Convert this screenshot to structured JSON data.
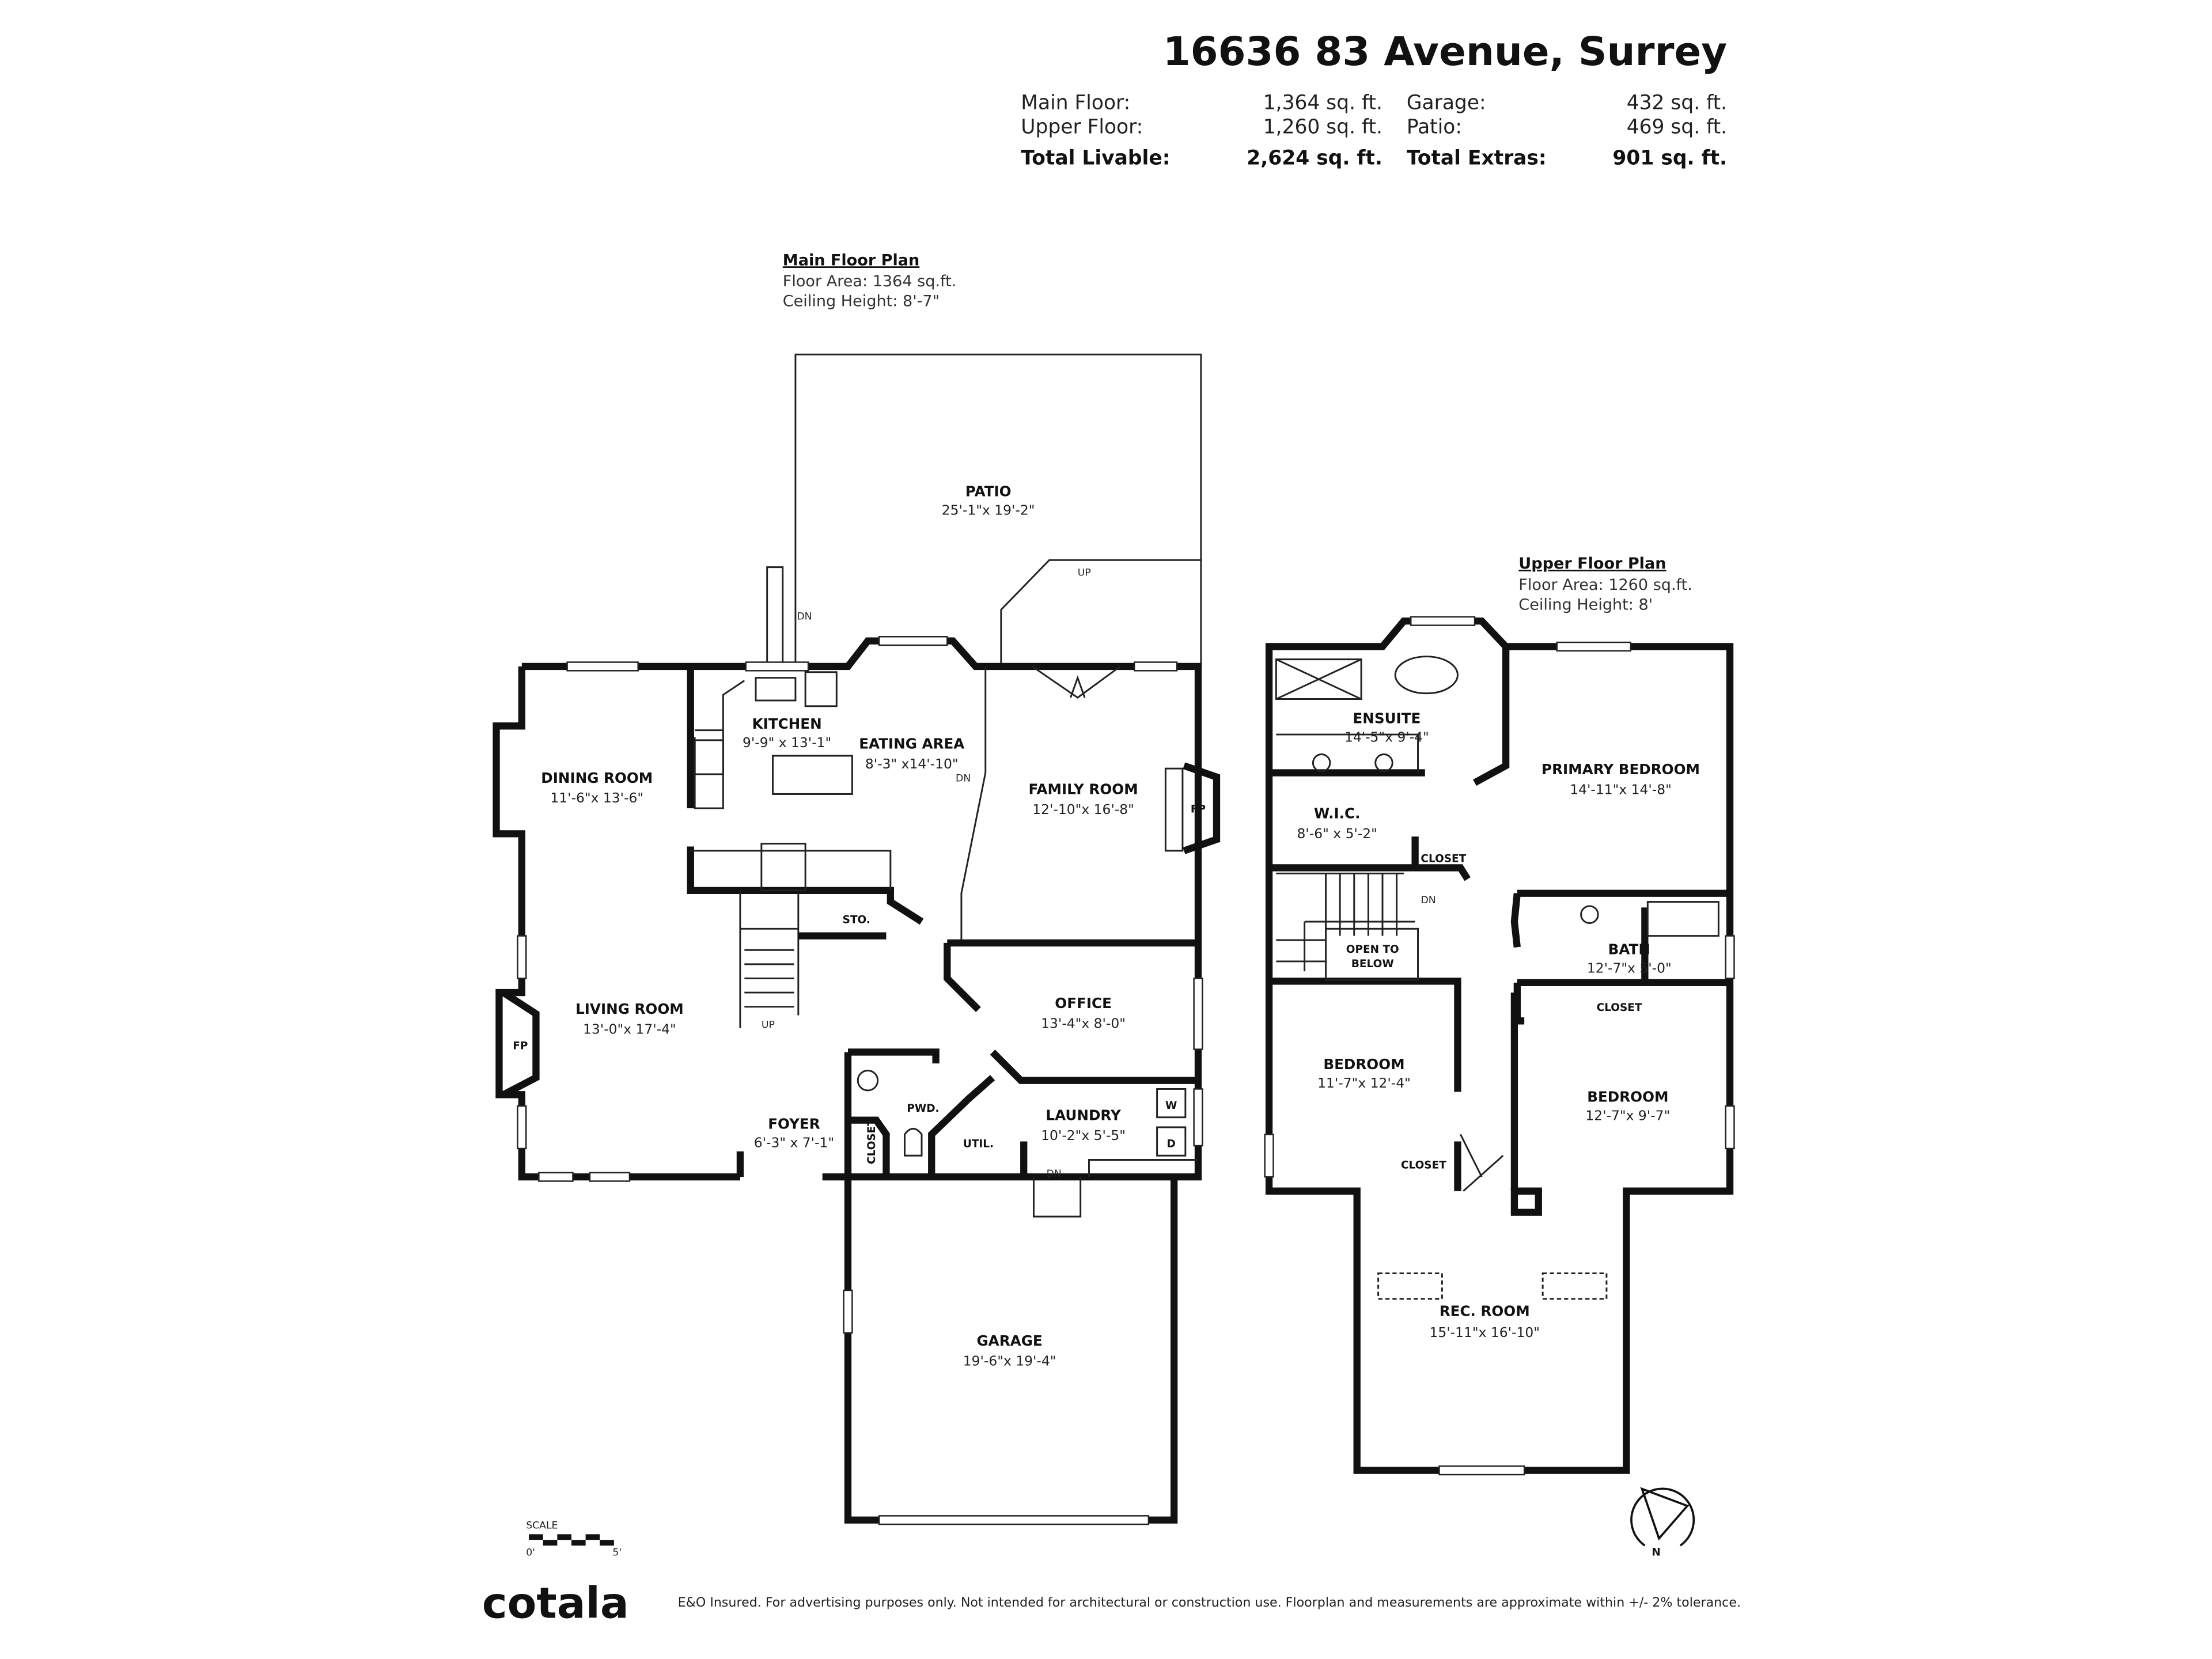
{
  "header": {
    "address": "16636 83 Avenue, Surrey",
    "summary": {
      "main_floor_label": "Main Floor:",
      "main_floor_value": "1,364 sq. ft.",
      "upper_floor_label": "Upper Floor:",
      "upper_floor_value": "1,260 sq. ft.",
      "garage_label": "Garage:",
      "garage_value": "432 sq. ft.",
      "patio_label": "Patio:",
      "patio_value": "469 sq. ft.",
      "total_livable_label": "Total Livable:",
      "total_livable_value": "2,624 sq. ft.",
      "total_extras_label": "Total Extras:",
      "total_extras_value": "901 sq. ft."
    }
  },
  "main_floor": {
    "heading": "Main Floor Plan",
    "floor_area": "Floor Area: 1364 sq.ft.",
    "ceiling_height": "Ceiling Height: 8'-7\"",
    "rooms": [
      {
        "name": "PATIO",
        "dims": "25'-1\"x 19'-2\""
      },
      {
        "name": "KITCHEN",
        "dims": "9'-9\" x 13'-1\""
      },
      {
        "name": "EATING AREA",
        "dims": "8'-3\" x14'-10\""
      },
      {
        "name": "DINING ROOM",
        "dims": "11'-6\"x 13'-6\""
      },
      {
        "name": "FAMILY ROOM",
        "dims": "12'-10\"x 16'-8\""
      },
      {
        "name": "LIVING ROOM",
        "dims": "13'-0\"x 17'-4\""
      },
      {
        "name": "OFFICE",
        "dims": "13'-4\"x 8'-0\""
      },
      {
        "name": "FOYER",
        "dims": "6'-3\" x 7'-1\""
      },
      {
        "name": "LAUNDRY",
        "dims": "10'-2\"x 5'-5\""
      },
      {
        "name": "GARAGE",
        "dims": "19'-6\"x 19'-4\""
      }
    ],
    "small_labels": {
      "sto": "STO.",
      "pwd": "PWD.",
      "util": "UTIL.",
      "closet": "CLOSET",
      "fp1": "FP",
      "fp2": "FP",
      "washer": "W",
      "dryer": "D",
      "up1": "UP",
      "up2": "UP",
      "dn1": "DN",
      "dn2": "DN",
      "dn3": "DN"
    }
  },
  "upper_floor": {
    "heading": "Upper Floor Plan",
    "floor_area": "Floor Area: 1260 sq.ft.",
    "ceiling_height": "Ceiling Height: 8'",
    "rooms": [
      {
        "name": "ENSUITE",
        "dims": "14'-5\"x 9'-4\""
      },
      {
        "name": "PRIMARY BEDROOM",
        "dims": "14'-11\"x 14'-8\""
      },
      {
        "name": "W.I.C.",
        "dims": "8'-6\" x 5'-2\""
      },
      {
        "name": "BATH",
        "dims": "12'-7\"x 5'-0\""
      },
      {
        "name": "BEDROOM",
        "dims": "11'-7\"x 12'-4\""
      },
      {
        "name": "BEDROOM",
        "dims": "12'-7\"x 9'-7\""
      },
      {
        "name": "REC. ROOM",
        "dims": "15'-11\"x 16'-10\""
      }
    ],
    "small_labels": {
      "closet1": "CLOSET",
      "closet2": "CLOSET",
      "closet3": "CLOSET",
      "open1": "OPEN TO",
      "open2": "BELOW",
      "dn": "DN"
    }
  },
  "scale": {
    "label": "SCALE",
    "min": "0'",
    "max": "5'"
  },
  "compass": {
    "label": "N",
    "icon": "north-arrow-icon"
  },
  "footer": {
    "logo": "cotala",
    "disclaimer": "E&O Insured. For advertising purposes only. Not intended for architectural or construction use. Floorplan and measurements are approximate within +/- 2% tolerance."
  }
}
